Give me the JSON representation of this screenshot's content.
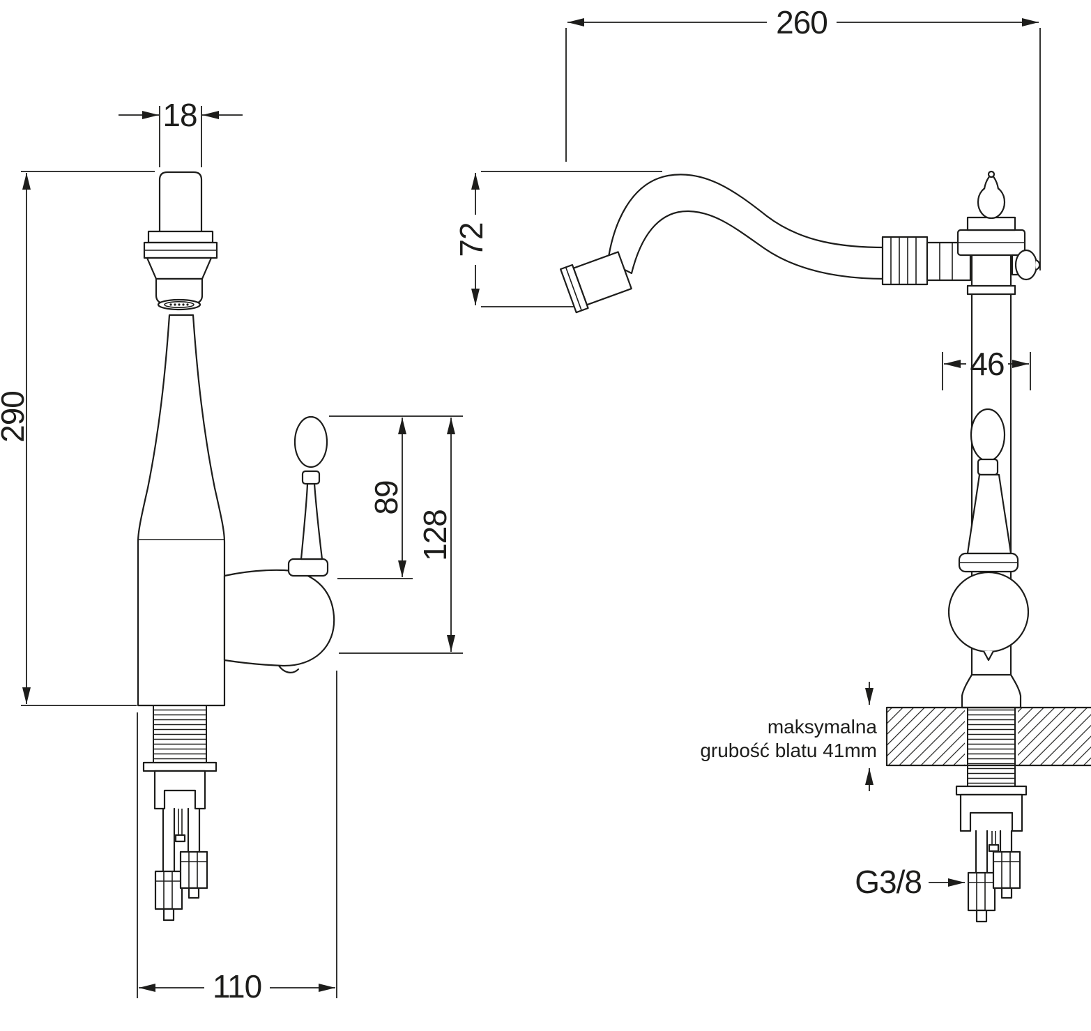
{
  "drawing": {
    "type": "technical-dimension-drawing",
    "subject": "kitchen-faucet-two-views",
    "colors": {
      "line": "#1d1d1b",
      "background": "#ffffff"
    },
    "dims": {
      "spout_diameter": "18",
      "total_height": "290",
      "handle_offset": "89",
      "handle_height": "128",
      "base_depth": "110",
      "spout_reach": "260",
      "spout_drop": "72",
      "body_width": "46",
      "thread_label": "G3/8",
      "note_line1": "maksymalna",
      "note_line2": "grubość blatu 41mm"
    }
  }
}
